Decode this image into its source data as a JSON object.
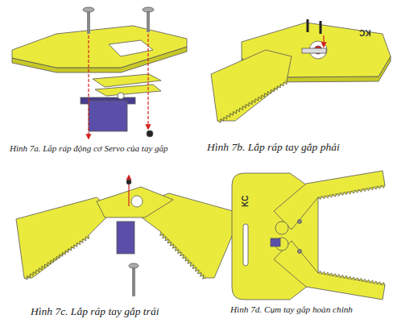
{
  "diagram": {
    "labels": [
      "KC",
      "Hình 7a. Lắp ráp động cơ Servo của tay gắp",
      "Hình 7b. Lắp ráp tay gắp phải",
      "KC",
      "Hình 7c. Lắp ráp tay gắp trái",
      "Hình 7d. Cụm tay gắp hoàn chỉnh"
    ]
  }
}
